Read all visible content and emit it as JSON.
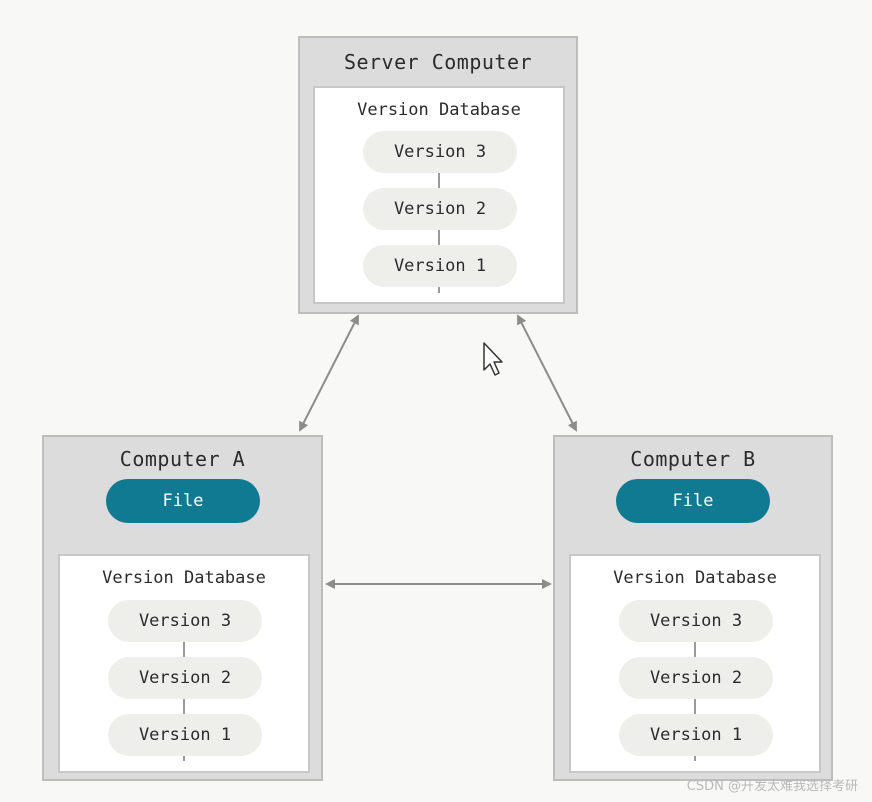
{
  "server": {
    "title": "Server Computer",
    "db_title": "Version Database",
    "versions": [
      "Version 3",
      "Version 2",
      "Version 1"
    ]
  },
  "computer_a": {
    "title": "Computer A",
    "file_label": "File",
    "db_title": "Version Database",
    "versions": [
      "Version 3",
      "Version 2",
      "Version 1"
    ]
  },
  "computer_b": {
    "title": "Computer B",
    "file_label": "File",
    "db_title": "Version Database",
    "versions": [
      "Version 3",
      "Version 2",
      "Version 1"
    ]
  },
  "watermark": "CSDN @开发太难我选择考研",
  "colors": {
    "file_fill": "#0f7a92",
    "panel_fill": "#dcdcdc",
    "pill_fill": "#eeeeea",
    "arrow": "#8c8c8c"
  }
}
